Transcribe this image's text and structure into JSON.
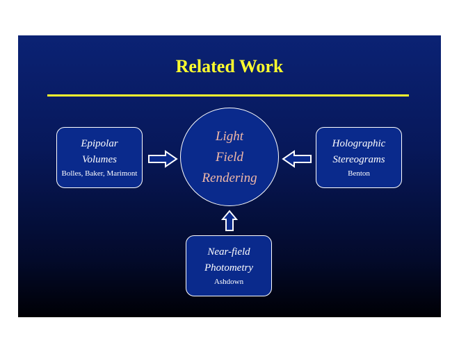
{
  "title": "Related Work",
  "center": {
    "lines": [
      "Light",
      "Field",
      "Rendering"
    ]
  },
  "left_box": {
    "lines": [
      "Epipolar",
      "Volumes"
    ],
    "authors": "Bolles, Baker, Marimont"
  },
  "right_box": {
    "lines": [
      "Holographic",
      "Stereograms"
    ],
    "authors": "Benton"
  },
  "bottom_box": {
    "lines": [
      "Near-field",
      "Photometry"
    ],
    "authors": "Ashdown"
  },
  "colors": {
    "title": "#ffff2e",
    "center_text": "#f2b9a8",
    "box_fill": "#0a2a8c"
  }
}
